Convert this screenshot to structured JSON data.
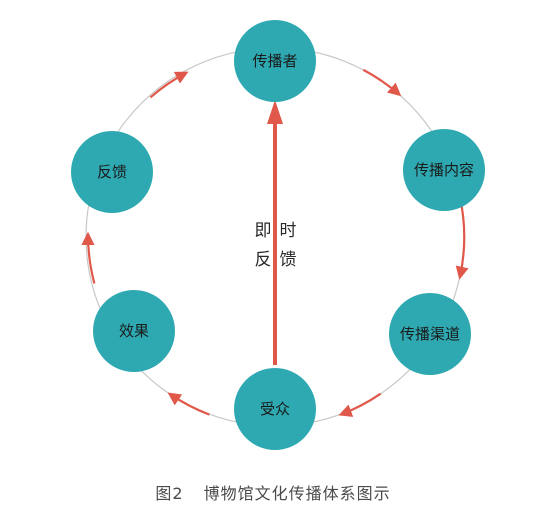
{
  "diagram": {
    "nodes": [
      {
        "id": "communicator",
        "label": "传播者"
      },
      {
        "id": "content",
        "label": "传播内容"
      },
      {
        "id": "channel",
        "label": "传播渠道"
      },
      {
        "id": "audience",
        "label": "受众"
      },
      {
        "id": "effect",
        "label": "效果"
      },
      {
        "id": "feedback",
        "label": "反馈"
      }
    ],
    "cycle_edges": [
      {
        "from": "communicator",
        "to": "content"
      },
      {
        "from": "content",
        "to": "channel"
      },
      {
        "from": "channel",
        "to": "audience"
      },
      {
        "from": "audience",
        "to": "effect"
      },
      {
        "from": "effect",
        "to": "feedback"
      },
      {
        "from": "feedback",
        "to": "communicator"
      }
    ],
    "direct_edge": {
      "from": "audience",
      "to": "communicator"
    },
    "center_label": {
      "left": [
        "即",
        "反"
      ],
      "right": [
        "时",
        "馈"
      ]
    },
    "colors": {
      "node_fill": "#2EA9B2",
      "ring": "#c8c8c8",
      "arrow": "#E0584A",
      "text": "#1a1a1a"
    }
  },
  "caption": {
    "figure_number": "图2",
    "title": "博物馆文化传播体系图示"
  }
}
